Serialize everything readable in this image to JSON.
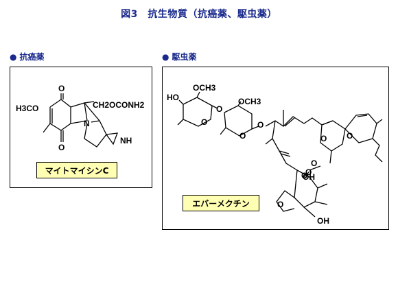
{
  "title": "図3　抗生物質（抗癌薬、駆虫薬）",
  "sections": {
    "left": {
      "heading": "抗癌薬",
      "compound_name": "マイトマイシンC"
    },
    "right": {
      "heading": "駆虫薬",
      "compound_name": "エバーメクチン"
    }
  },
  "mitomycin": {
    "h3co": "H3CO",
    "ch2oconh2": "CH2OCONH2",
    "o_top": "O",
    "o_bottom": "O",
    "n": "N",
    "nh": "NH"
  },
  "avermectin": {
    "ho_top": "HO",
    "och3_1": "OCH3",
    "och3_2": "OCH3",
    "o1": "O",
    "o2": "O",
    "o3": "O",
    "o4": "O",
    "o5": "O",
    "o6": "O",
    "o7": "O",
    "o8": "O",
    "o9": "O",
    "oh_mid": "OH",
    "oh_bottom": "OH",
    "o_furan": "O"
  },
  "colors": {
    "title": "#1a2a8c",
    "label_bg": "#ffffb4"
  }
}
